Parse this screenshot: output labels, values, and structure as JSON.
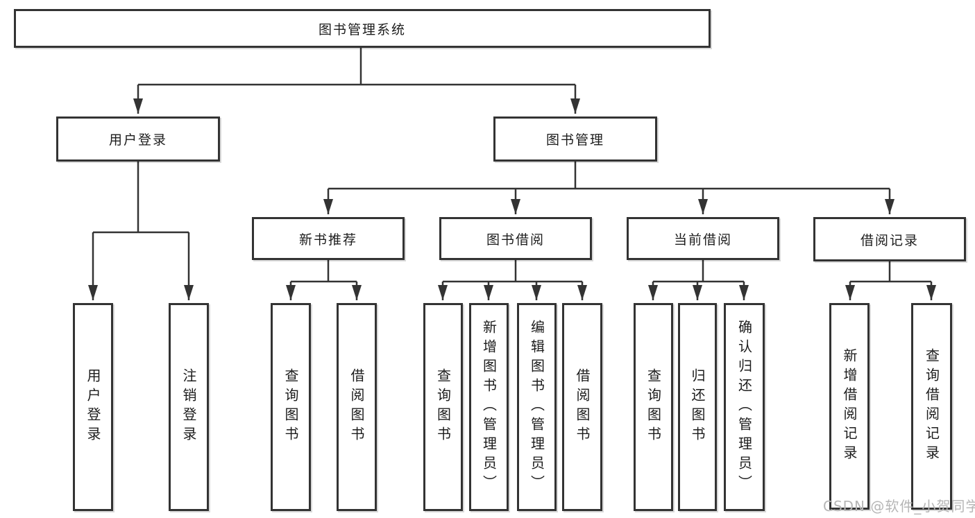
{
  "diagram": {
    "root": {
      "label": "图书管理系统"
    },
    "branches": [
      {
        "label": "用户登录",
        "children": [
          {
            "label": "用户登录"
          },
          {
            "label": "注销登录"
          }
        ]
      },
      {
        "label": "图书管理",
        "children": [
          {
            "label": "新书推荐",
            "children": [
              {
                "label": "查询图书"
              },
              {
                "label": "借阅图书"
              }
            ]
          },
          {
            "label": "图书借阅",
            "children": [
              {
                "label": "查询图书"
              },
              {
                "label": "新增图书（管理员）"
              },
              {
                "label": "编辑图书（管理员）"
              },
              {
                "label": "借阅图书"
              }
            ]
          },
          {
            "label": "当前借阅",
            "children": [
              {
                "label": "查询图书"
              },
              {
                "label": "归还图书"
              },
              {
                "label": "确认归还（管理员）"
              }
            ]
          },
          {
            "label": "借阅记录",
            "children": [
              {
                "label": "新增借阅记录"
              },
              {
                "label": "查询借阅记录"
              }
            ]
          }
        ]
      }
    ]
  },
  "watermark": {
    "text": "CSDN @软件_小贺同学"
  },
  "colors": {
    "line": "#333333",
    "box_border": "#333333",
    "box_fill": "#ffffff",
    "text": "#1c1c1c",
    "watermark": "#b6b6b6",
    "background": "#ffffff"
  }
}
